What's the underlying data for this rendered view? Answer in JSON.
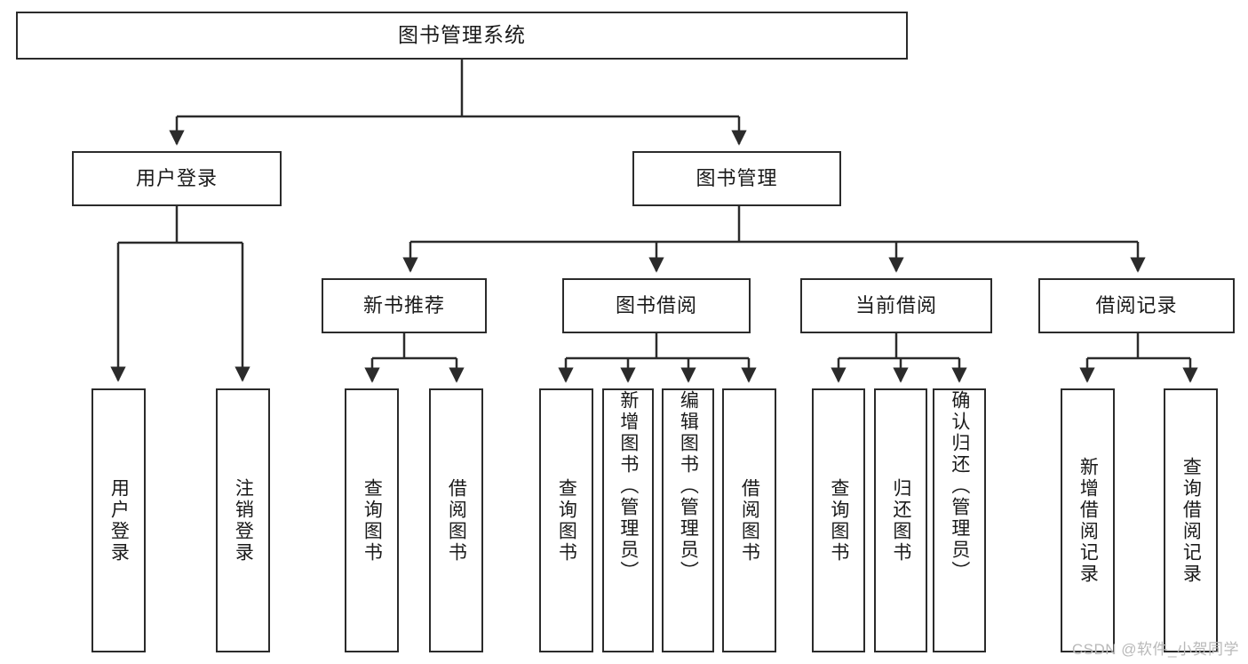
{
  "diagram": {
    "title": "图书管理系统",
    "type": "tree",
    "watermark": "CSDN @软件_小贺同学",
    "colors": {
      "stroke": "#2b2b2b",
      "fill": "#ffffff",
      "text": "#1a1a1a",
      "watermark": "#b9b9b9"
    },
    "nodes": {
      "root": {
        "label": "图书管理系统"
      },
      "level2": [
        {
          "id": "user-login",
          "label": "用户登录"
        },
        {
          "id": "book-manage",
          "label": "图书管理"
        }
      ],
      "level3": [
        {
          "id": "new-book-recommend",
          "label": "新书推荐"
        },
        {
          "id": "book-borrow",
          "label": "图书借阅"
        },
        {
          "id": "current-borrow",
          "label": "当前借阅"
        },
        {
          "id": "borrow-record",
          "label": "借阅记录"
        }
      ],
      "leaves": [
        {
          "id": "leaf-user-login",
          "label": "用户登录",
          "parent": "user-login"
        },
        {
          "id": "leaf-user-logout",
          "label": "注销登录",
          "parent": "user-login"
        },
        {
          "id": "leaf-query-book-1",
          "label": "查询图书",
          "parent": "new-book-recommend"
        },
        {
          "id": "leaf-borrow-book-1",
          "label": "借阅图书",
          "parent": "new-book-recommend"
        },
        {
          "id": "leaf-query-book-2",
          "label": "查询图书",
          "parent": "book-borrow"
        },
        {
          "id": "leaf-add-book",
          "label": "新增图书（管理员）",
          "parent": "book-borrow"
        },
        {
          "id": "leaf-edit-book",
          "label": "编辑图书（管理员）",
          "parent": "book-borrow"
        },
        {
          "id": "leaf-borrow-book-2",
          "label": "借阅图书",
          "parent": "book-borrow"
        },
        {
          "id": "leaf-query-book-3",
          "label": "查询图书",
          "parent": "current-borrow"
        },
        {
          "id": "leaf-return-book",
          "label": "归还图书",
          "parent": "current-borrow"
        },
        {
          "id": "leaf-confirm-return",
          "label": "确认归还（管理员）",
          "parent": "current-borrow"
        },
        {
          "id": "leaf-add-record",
          "label": "新增借阅记录",
          "parent": "borrow-record"
        },
        {
          "id": "leaf-query-record",
          "label": "查询借阅记录",
          "parent": "borrow-record"
        }
      ]
    }
  }
}
